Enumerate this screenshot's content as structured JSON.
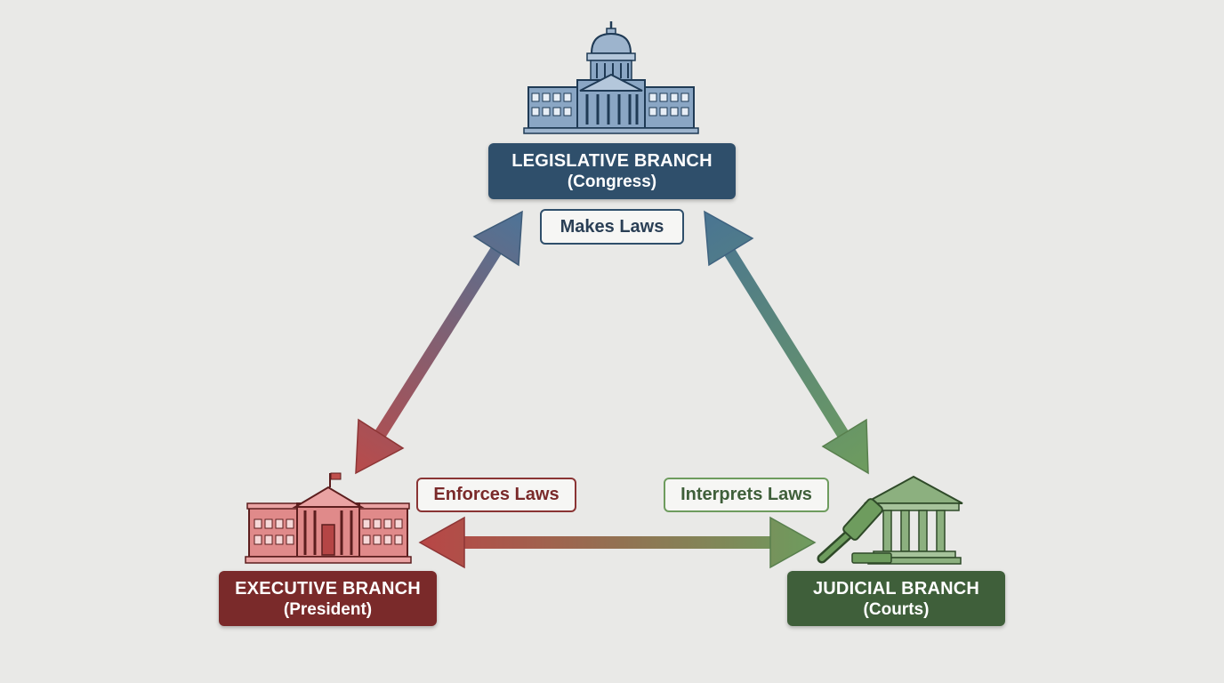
{
  "branches": {
    "legislative": {
      "title": "LEGISLATIVE BRANCH",
      "subtitle": "(Congress)",
      "role": "Makes Laws",
      "color": "#2f4f6b"
    },
    "executive": {
      "title": "EXECUTIVE BRANCH",
      "subtitle": "(President)",
      "role": "Enforces Laws",
      "color": "#7a2a2a"
    },
    "judicial": {
      "title": "JUDICIAL BRANCH",
      "subtitle": "(Courts)",
      "role": "Interprets Laws",
      "color": "#3f5f3a"
    }
  },
  "icons": {
    "legislative": "capitol-building-icon",
    "executive": "white-house-icon",
    "judicial": "courthouse-gavel-icon"
  },
  "arrows": [
    "legislative-executive",
    "legislative-judicial",
    "executive-judicial"
  ],
  "colors": {
    "background": "#e9e9e7",
    "legislative_icon": "#8aa6c4",
    "executive_icon": "#e08a8a",
    "judicial_icon": "#7fa073"
  }
}
